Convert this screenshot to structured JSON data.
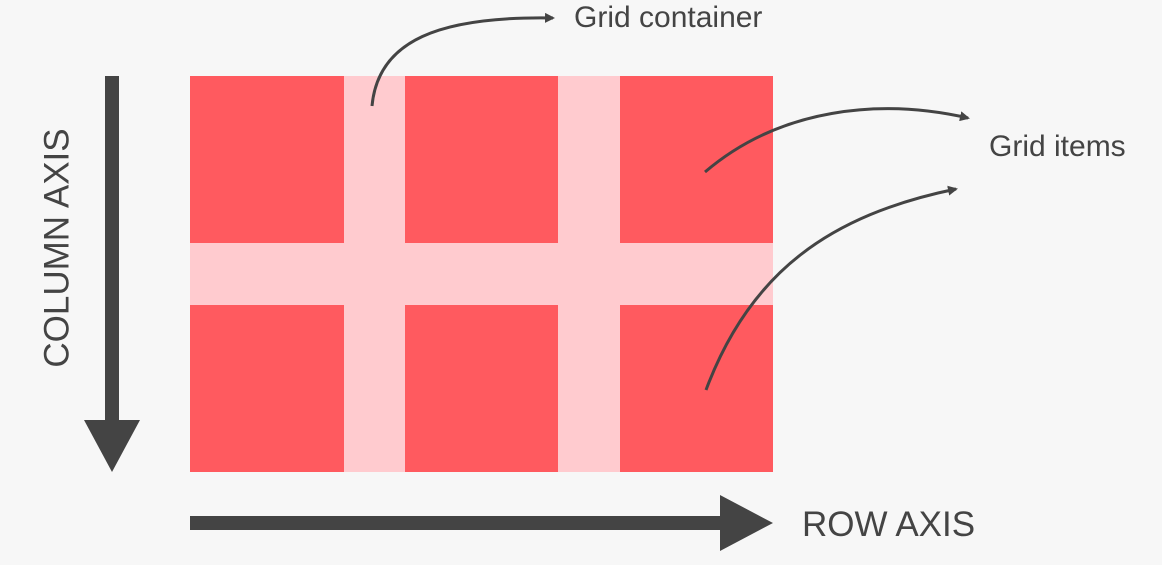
{
  "labels": {
    "grid_container": "Grid container",
    "grid_items": "Grid items",
    "row_axis": "ROW AXIS",
    "column_axis": "COLUMN AXIS"
  },
  "grid": {
    "columns": 3,
    "rows": 2,
    "item_count": 6
  },
  "colors": {
    "background": "#f7f7f7",
    "container": "#ffcbcf",
    "item": "#ff5a5f",
    "ink": "#444444"
  }
}
